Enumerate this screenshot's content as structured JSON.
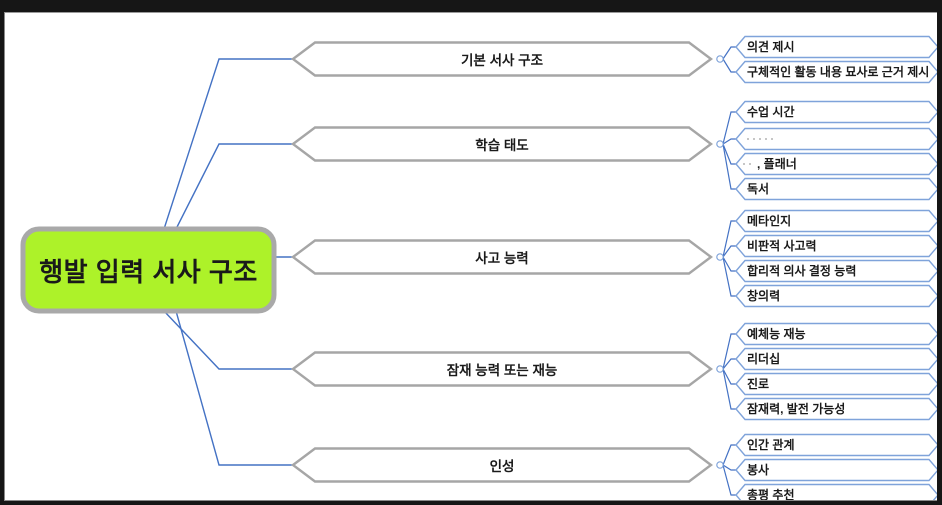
{
  "window": {
    "frame_color": "#161616",
    "canvas_color": "#ffffff"
  },
  "mindmap": {
    "colors": {
      "root_fill": "#adf229",
      "root_border": "#a9a9a9",
      "branch_border": "#a6a6a6",
      "child_border": "#7fa3da",
      "connector": "#4472c4",
      "text": "#1a1a1a"
    },
    "root": {
      "label": "행발 입력 서사 구조"
    },
    "branches": [
      {
        "label": "기본 서사 구조",
        "children": [
          {
            "label": "의견 제시"
          },
          {
            "label": "구체적인 활동 내용 묘사로 근거 제시"
          }
        ]
      },
      {
        "label": "학습 태도",
        "children": [
          {
            "label": "수업 시간"
          },
          {
            "label": ""
          },
          {
            "label": ", 플래너"
          },
          {
            "label": "독서"
          }
        ]
      },
      {
        "label": "사고 능력",
        "children": [
          {
            "label": "메타인지"
          },
          {
            "label": "비판적 사고력"
          },
          {
            "label": "합리적 의사 결정 능력"
          },
          {
            "label": "창의력"
          }
        ]
      },
      {
        "label": "잠재 능력 또는 재능",
        "children": [
          {
            "label": "예체능 재능"
          },
          {
            "label": "리더십"
          },
          {
            "label": "진로"
          },
          {
            "label": "잠재력, 발전 가능성"
          }
        ]
      },
      {
        "label": "인성",
        "children": [
          {
            "label": "인간 관계"
          },
          {
            "label": "봉사"
          },
          {
            "label": "총평 추천"
          }
        ]
      }
    ]
  }
}
